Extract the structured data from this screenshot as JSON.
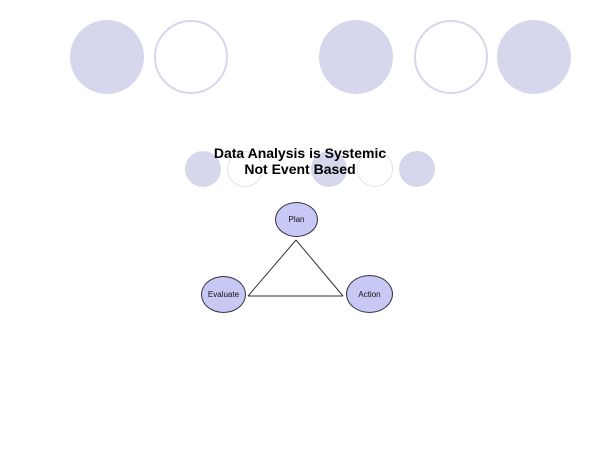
{
  "title": {
    "line1": "Data Analysis is Systemic",
    "line2": "Not Event Based"
  },
  "nodes": {
    "plan": "Plan",
    "action": "Action",
    "evaluate": "Evaluate"
  },
  "colors": {
    "decoration": "#d6d6ec",
    "node_fill": "#c8c8f4",
    "node_border": "#333344",
    "edge": "#333333"
  }
}
